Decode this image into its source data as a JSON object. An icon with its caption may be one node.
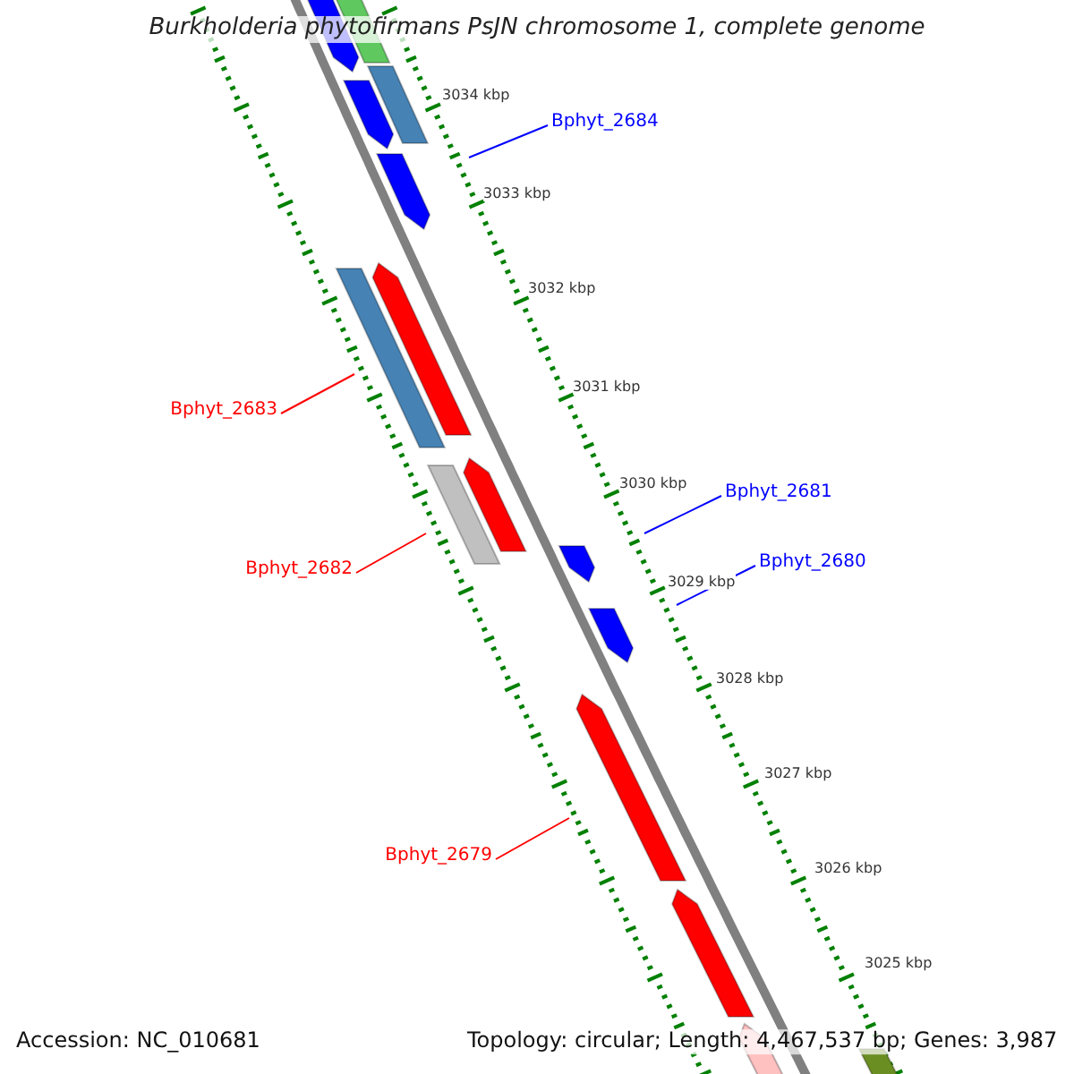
{
  "diagram": {
    "title": "Burkholderia phytofirmans PsJN chromosome 1, complete genome",
    "nodes": [
      {
        "text": [
          "Bphyt_2684"
        ]
      },
      {
        "text": [
          "Bphyt_2683"
        ]
      },
      {
        "text": [
          "Bphyt_2681"
        ]
      },
      {
        "text": [
          "Bphyt_2680"
        ]
      },
      {
        "text": [
          "Bphyt_2682"
        ]
      },
      {
        "text": [
          "Bphyt_2679"
        ]
      }
    ],
    "edges": [
      {
        "from": 0,
        "to": null,
        "arrow": "none",
        "color": "#0000ff"
      },
      {
        "from": 1,
        "to": null,
        "arrow": "none",
        "color": "#ff0000"
      },
      {
        "from": 2,
        "to": null,
        "arrow": "none",
        "color": "#0000ff"
      },
      {
        "from": 3,
        "to": null,
        "arrow": "none",
        "color": "#0000ff"
      },
      {
        "from": 4,
        "to": null,
        "arrow": "none",
        "color": "#ff0000"
      },
      {
        "from": 5,
        "to": null,
        "arrow": "none",
        "color": "#ff0000"
      }
    ],
    "labels": [
      "3034 kbp",
      "3033 kbp",
      "3032 kbp",
      "3031 kbp",
      "3030 kbp",
      "3029 kbp",
      "3028 kbp",
      "3027 kbp",
      "3026 kbp",
      "3025 kbp",
      "Accession: NC_010681",
      "Topology: circular; Length: 4,467,537 bp; Genes: 3,987"
    ]
  }
}
